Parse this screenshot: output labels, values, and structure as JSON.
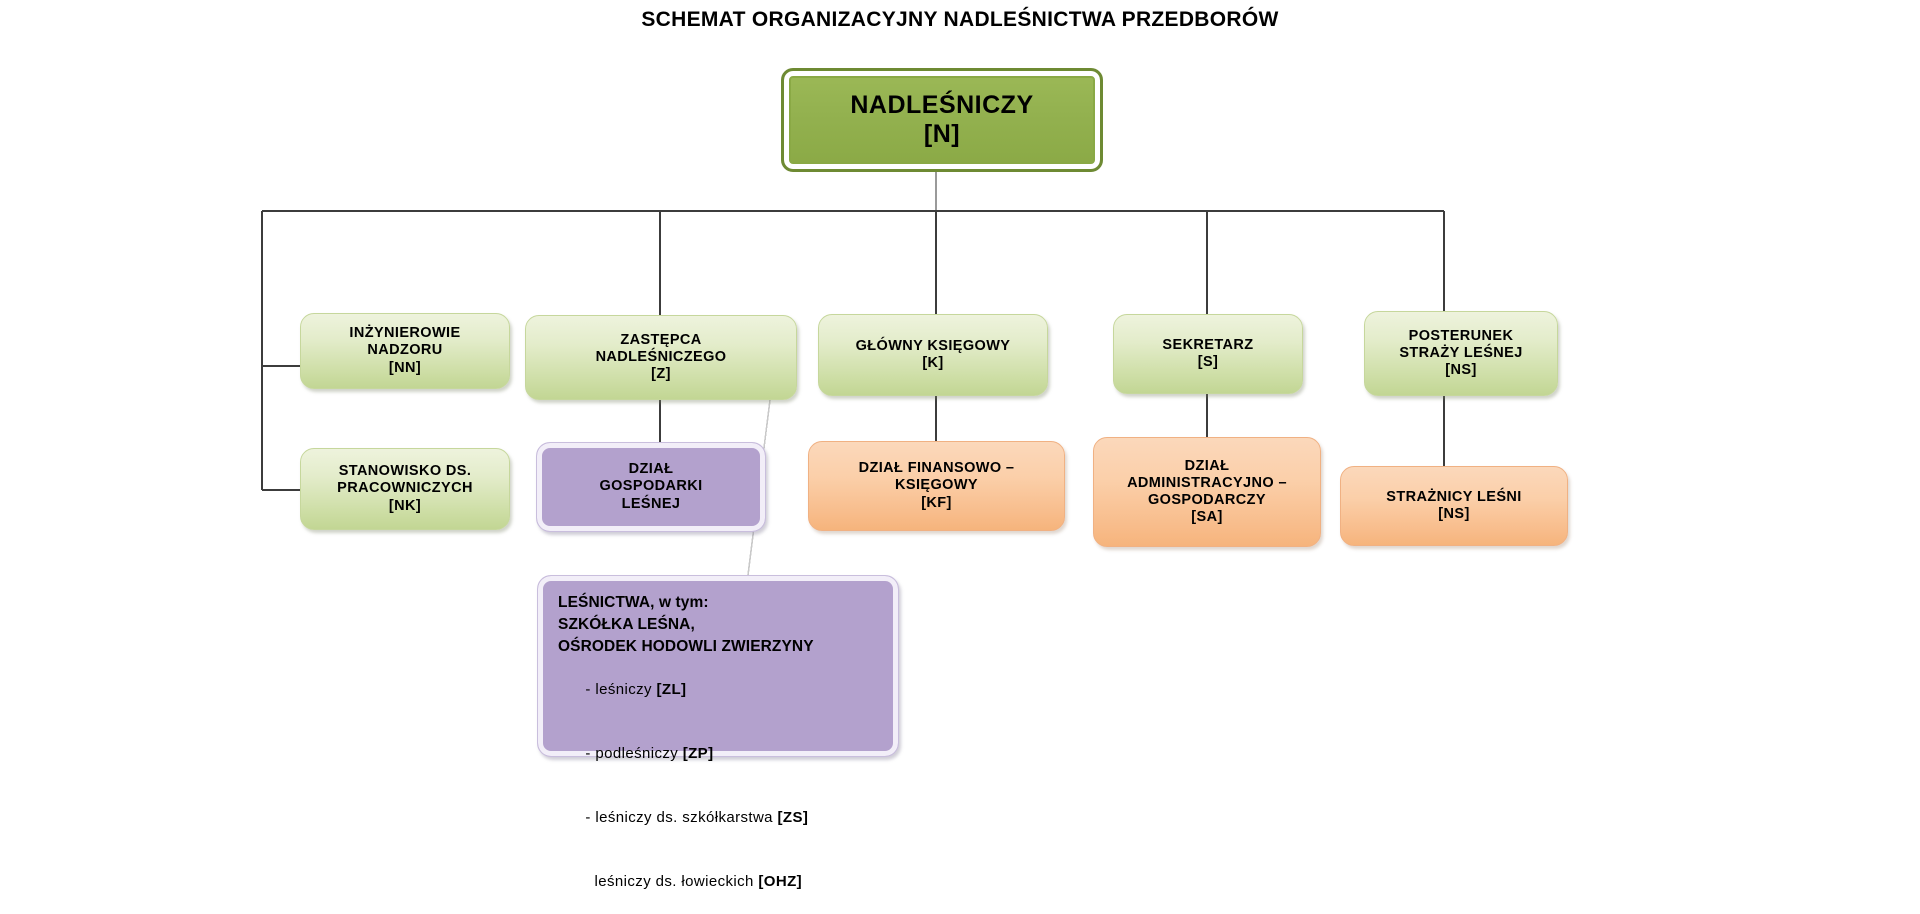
{
  "title": "SCHEMAT ORGANIZACYJNY NADLEŚNICTWA PRZEDBORÓW",
  "colors": {
    "root_fill": "#93b14f",
    "root_border": "#6e8a33",
    "green_fill": "#d7e4b4",
    "purple_fill": "#b3a1cd",
    "orange_fill": "#f9c79b",
    "connector": "#3c3c3c",
    "text": "#000000",
    "background": "#ffffff"
  },
  "nodes": {
    "root": {
      "label": "NADLEŚNICZY\n[N]",
      "code": "N",
      "style": "green-dark"
    },
    "level2": [
      {
        "label": "INŻYNIEROWIE\nNADZORU\n[NN]",
        "code": "NN",
        "style": "green"
      },
      {
        "label": "ZASTĘPCA\nNADLEŚNICZEGO\n[Z]",
        "code": "Z",
        "style": "green"
      },
      {
        "label": "GŁÓWNY KSIĘGOWY\n[K]",
        "code": "K",
        "style": "green"
      },
      {
        "label": "SEKRETARZ\n[S]",
        "code": "S",
        "style": "green"
      },
      {
        "label": "POSTERUNEK\nSTRAŻY LEŚNEJ\n[NS]",
        "code": "NS",
        "style": "green"
      }
    ],
    "level3": [
      {
        "label": "STANOWISKO DS.\nPRACOWNICZYCH\n[NK]",
        "code": "NK",
        "style": "green"
      },
      {
        "label": "DZIAŁ\nGOSPODARKI\nLEŚNEJ",
        "code": "",
        "style": "purple"
      },
      {
        "label": "DZIAŁ FINANSOWO –\nKSIĘGOWY\n[KF]",
        "code": "KF",
        "style": "orange"
      },
      {
        "label": "DZIAŁ\nADMINISTRACYJNO –\nGOSPODARCZY\n[SA]",
        "code": "SA",
        "style": "orange"
      },
      {
        "label": "STRAŻNICY LEŚNI\n[NS]",
        "code": "NS",
        "style": "orange"
      }
    ],
    "detail": {
      "style": "purple",
      "heading_lines": [
        "LEŚNICTWA, w tym:",
        "SZKÓŁKA LEŚNA,",
        "OŚRODEK HODOWLI ZWIERZYNY"
      ],
      "items": [
        {
          "text": "- leśniczy ",
          "code": "[ZL]"
        },
        {
          "text": "- podleśniczy ",
          "code": "[ZP]"
        },
        {
          "text": "- leśniczy ds. szkółkarstwa ",
          "code": "[ZS]"
        },
        {
          "text": "  leśniczy ds. łowieckich ",
          "code": "[OHZ]"
        }
      ]
    }
  }
}
